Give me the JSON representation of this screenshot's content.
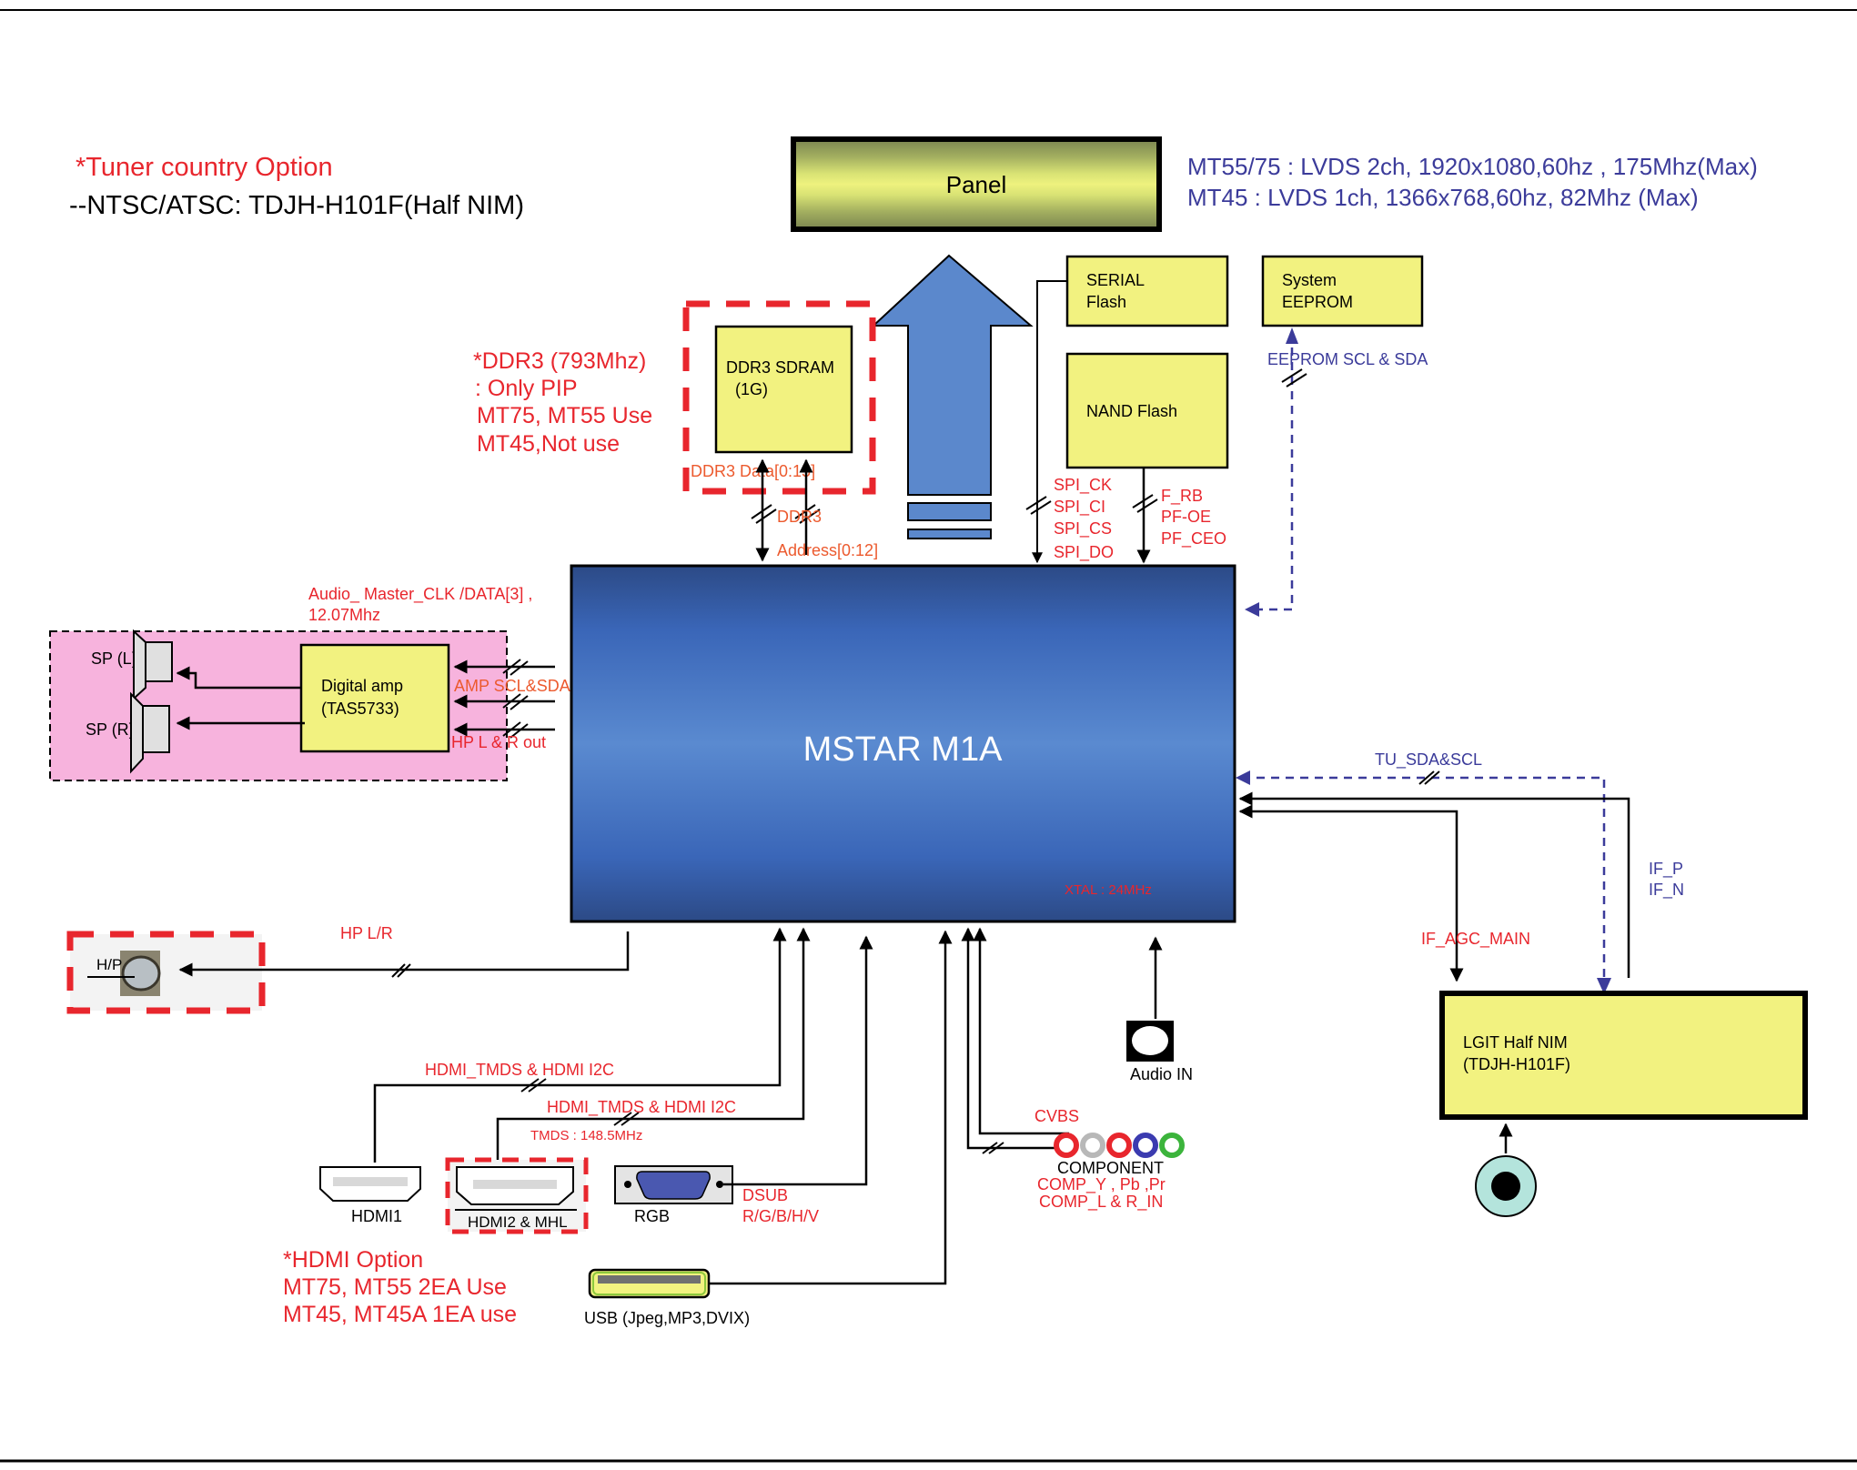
{
  "tuner_note": {
    "title": "*Tuner country Option",
    "line": "--NTSC/ATSC: TDJH-H101F(Half NIM)"
  },
  "panel": {
    "label": "Panel",
    "spec_lines": [
      "MT55/75 : LVDS 2ch, 1920x1080,60hz  , 175Mhz(Max)",
      "MT45 : LVDS 1ch, 1366x768,60hz,  82Mhz (Max)"
    ]
  },
  "ddr3": {
    "note_lines": [
      "*DDR3 (793Mhz)",
      ": Only PIP",
      "MT75, MT55 Use",
      "MT45,Not use"
    ],
    "chip_label_1": "DDR3 SDRAM",
    "chip_label_2": "(1G)",
    "data_bus": "DDR3 Data[0:15]",
    "addr_bus_1": "DDR3",
    "addr_bus_2": "Address[0:12]"
  },
  "serial_flash": {
    "line1": "SERIAL",
    "line2": "Flash"
  },
  "system_eeprom": {
    "line1": "System",
    "line2": "EEPROM",
    "bus": "EEPROM SCL & SDA"
  },
  "nand_flash": {
    "label": "NAND Flash",
    "signals": [
      "F_RB",
      "PF-OE",
      "PF_CEO"
    ]
  },
  "spi_signals": [
    "SPI_CK",
    "SPI_CI",
    "SPI_CS",
    "SPI_DO"
  ],
  "soc": {
    "label": "MSTAR M1A",
    "xtal": "XTAL : 24MHz"
  },
  "audio": {
    "clk_line1": "Audio_ Master_CLK /DATA[3] ,",
    "clk_line2": "12.07Mhz",
    "amp_line1": "Digital amp",
    "amp_line2": "(TAS5733)",
    "speaker_left": "SP (L)",
    "speaker_right": "SP (R)",
    "amp_i2c": "AMP SCL&SDA",
    "hp_out": "HP L & R out"
  },
  "headphone": {
    "label": "H/P",
    "bus": "HP L/R"
  },
  "tuner": {
    "line1": "LGIT Half NIM",
    "line2": "(TDJH-H101F)",
    "i2c": "TU_SDA&SCL",
    "if_p": "IF_P",
    "if_n": "IF_N",
    "agc": "IF_AGC_MAIN"
  },
  "hdmi": {
    "bus1": "HDMI_TMDS & HDMI I2C",
    "bus2": "HDMI_TMDS & HDMI I2C",
    "tmds_clock": "TMDS : 148.5MHz",
    "port1": "HDMI1",
    "port2": "HDMI2 & MHL",
    "option_lines": [
      "*HDMI Option",
      "MT75, MT55 2EA Use",
      "MT45, MT45A 1EA use"
    ]
  },
  "rgb": {
    "label": "RGB",
    "bus1": "DSUB",
    "bus2": "R/G/B/H/V"
  },
  "usb": {
    "label": "USB  (Jpeg,MP3,DVIX)"
  },
  "audio_in": {
    "label": "Audio IN"
  },
  "component": {
    "cvbs": "CVBS",
    "label": "COMPONENT",
    "sig1": "COMP_Y , Pb ,Pr",
    "sig2": "COMP_L & R_IN",
    "jack_colors": [
      "#e8262d",
      "#b8b8b8",
      "#e8262d",
      "#3b3bb0",
      "#3cb43c"
    ]
  },
  "colors": {
    "soc_dark": "#2c4a86",
    "soc_light": "#5a8ad0",
    "chip_yellow": "#f2f280",
    "audio_pink": "#f7b3dd",
    "option_red": "#e8262d",
    "bus_navy": "#3b3b9a",
    "arrow_blue": "#5b88cc"
  }
}
